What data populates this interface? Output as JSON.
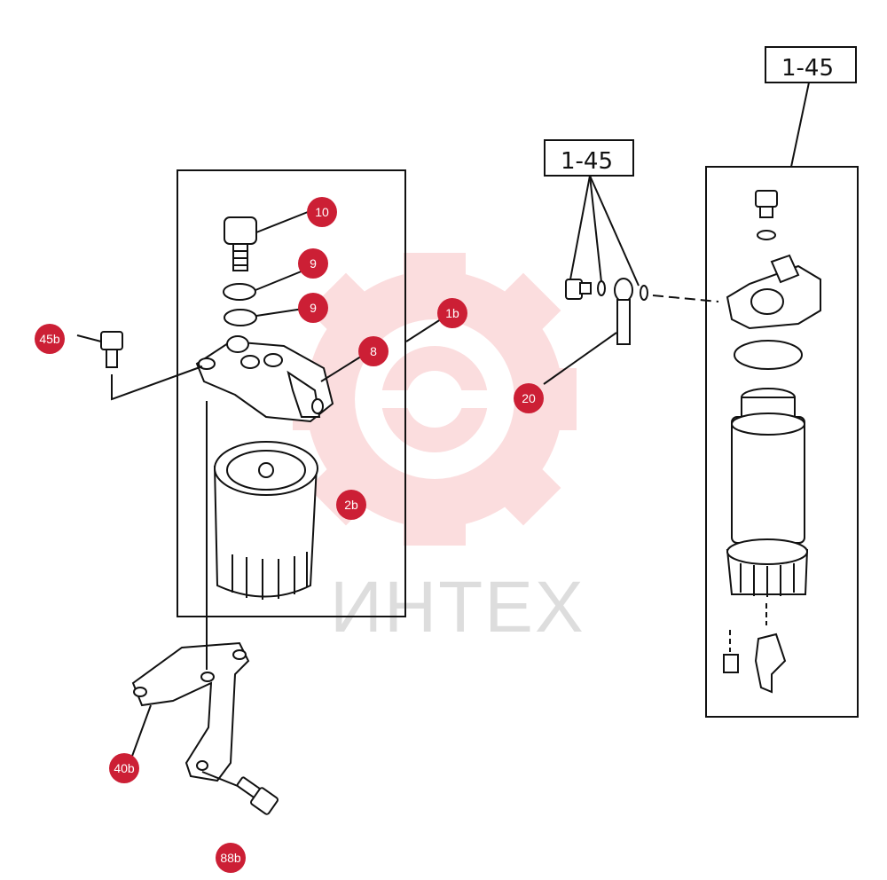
{
  "watermark": {
    "text": "ИНТЕХ",
    "color": "#e8333a"
  },
  "callout_color": "#cc1f35",
  "callouts": [
    {
      "id": "c10",
      "label": "10"
    },
    {
      "id": "c9a",
      "label": "9"
    },
    {
      "id": "c9b",
      "label": "9"
    },
    {
      "id": "c1b",
      "label": "1b"
    },
    {
      "id": "c8",
      "label": "8"
    },
    {
      "id": "c45b",
      "label": "45b"
    },
    {
      "id": "c2b",
      "label": "2b"
    },
    {
      "id": "c20",
      "label": "20"
    },
    {
      "id": "c40b",
      "label": "40b"
    },
    {
      "id": "c88b",
      "label": "88b"
    }
  ],
  "references": [
    {
      "id": "ref-top-right",
      "label": "1-45"
    },
    {
      "id": "ref-middle",
      "label": "1-45"
    }
  ]
}
